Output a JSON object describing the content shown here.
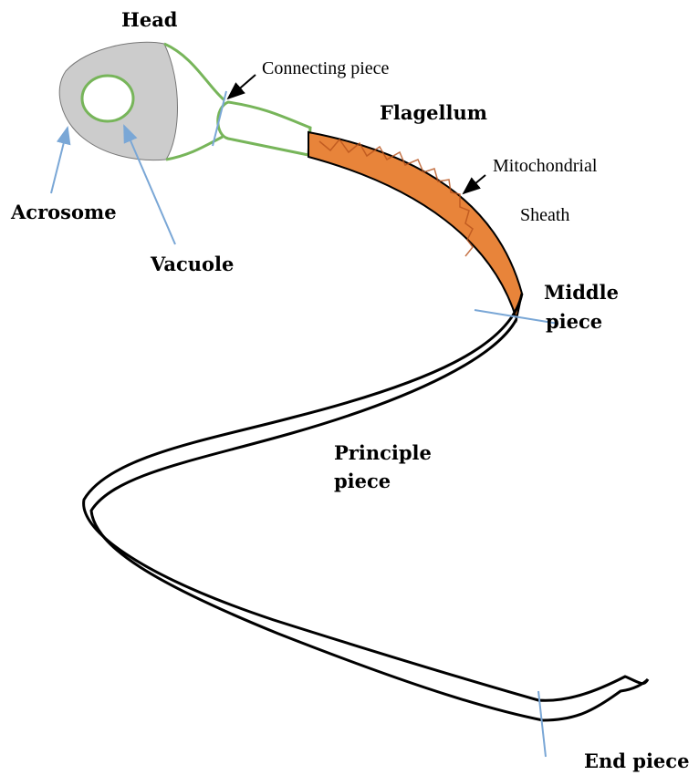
{
  "labels": {
    "head": "Head",
    "connecting_piece": "Connecting piece",
    "flagellum": "Flagellum",
    "mitochondrial": "Mitochondrial",
    "sheath": "Sheath",
    "acrosome": "Acrosome",
    "vacuole": "Vacuole",
    "middle": "Middle",
    "middle_piece": "piece",
    "principle": "Principle",
    "principle_piece": "piece",
    "end_piece": "End piece"
  },
  "colors": {
    "head_fill": "#cccccc",
    "outline_green": "#77b55a",
    "sheath_orange": "#e8843a",
    "pointer_blue": "#7aa7d6",
    "tail_black": "#000000"
  }
}
